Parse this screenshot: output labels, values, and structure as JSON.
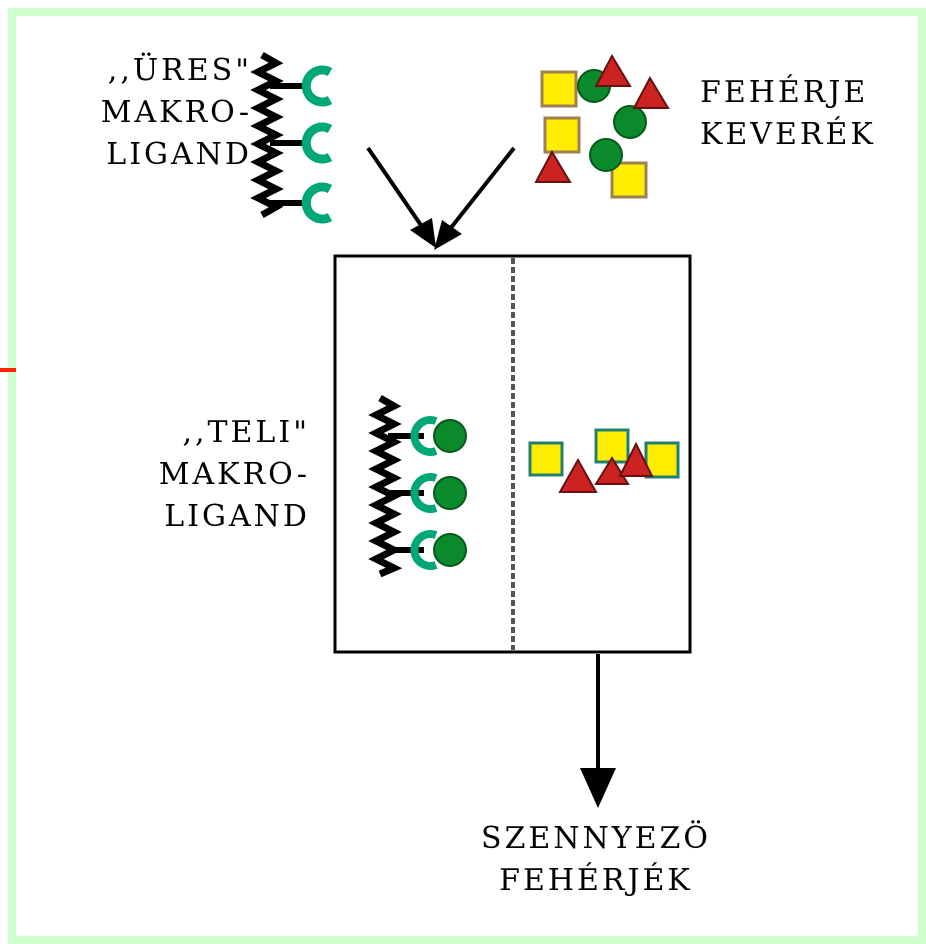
{
  "labels": {
    "empty_macroligand": [
      ",,ÜRES\"",
      "MAKRO-",
      "LIGAND"
    ],
    "protein_mixture": [
      "FEHÉRJE",
      "KEVERÉK"
    ],
    "full_macroligand": [
      ",,TELI\"",
      "MAKRO-",
      "LIGAND"
    ],
    "contaminant_proteins": [
      "SZENNYEZÖ",
      "FEHÉRJÉK"
    ]
  },
  "colors": {
    "background": "#ffffff",
    "frame": "#ccffcc",
    "ligand_receptor": "#00a878",
    "ligand_chain": "#000000",
    "circle_protein": "#0a8a2a",
    "square_protein": "#ffee00",
    "triangle_protein": "#cc2222",
    "side_mark": "#ff2200"
  },
  "icons": {
    "empty_ligand": "zigzag-chain-with-cup-receptors",
    "full_ligand": "zigzag-chain-with-bound-circles",
    "mixture": "mixed-square-circle-triangle-proteins",
    "contaminants": "square-triangle-proteins"
  }
}
